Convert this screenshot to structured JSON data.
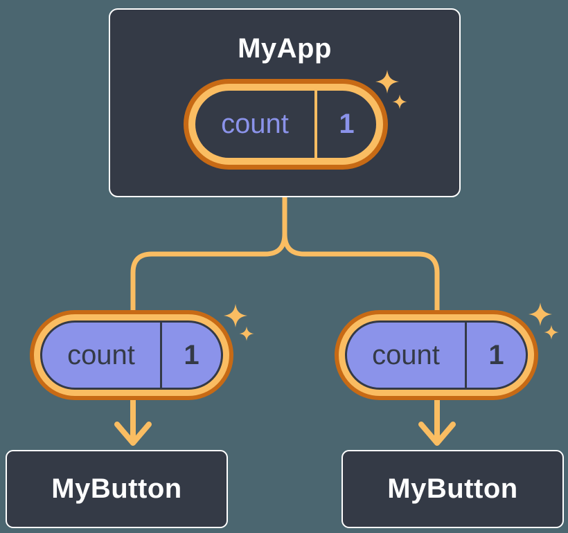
{
  "colors": {
    "bg": "#4B6670",
    "slate": "#343A46",
    "white": "#FFFFFF",
    "orange-dark": "#C76A15",
    "orange-light": "#FABD62",
    "purple": "#8B93EA"
  },
  "icons": {
    "sparkle": "4-point-star"
  },
  "tree": {
    "root": {
      "label": "MyApp",
      "state": {
        "name": "count",
        "value": "1"
      }
    },
    "children": [
      {
        "label": "MyButton",
        "prop": {
          "name": "count",
          "value": "1"
        }
      },
      {
        "label": "MyButton",
        "prop": {
          "name": "count",
          "value": "1"
        }
      }
    ]
  }
}
